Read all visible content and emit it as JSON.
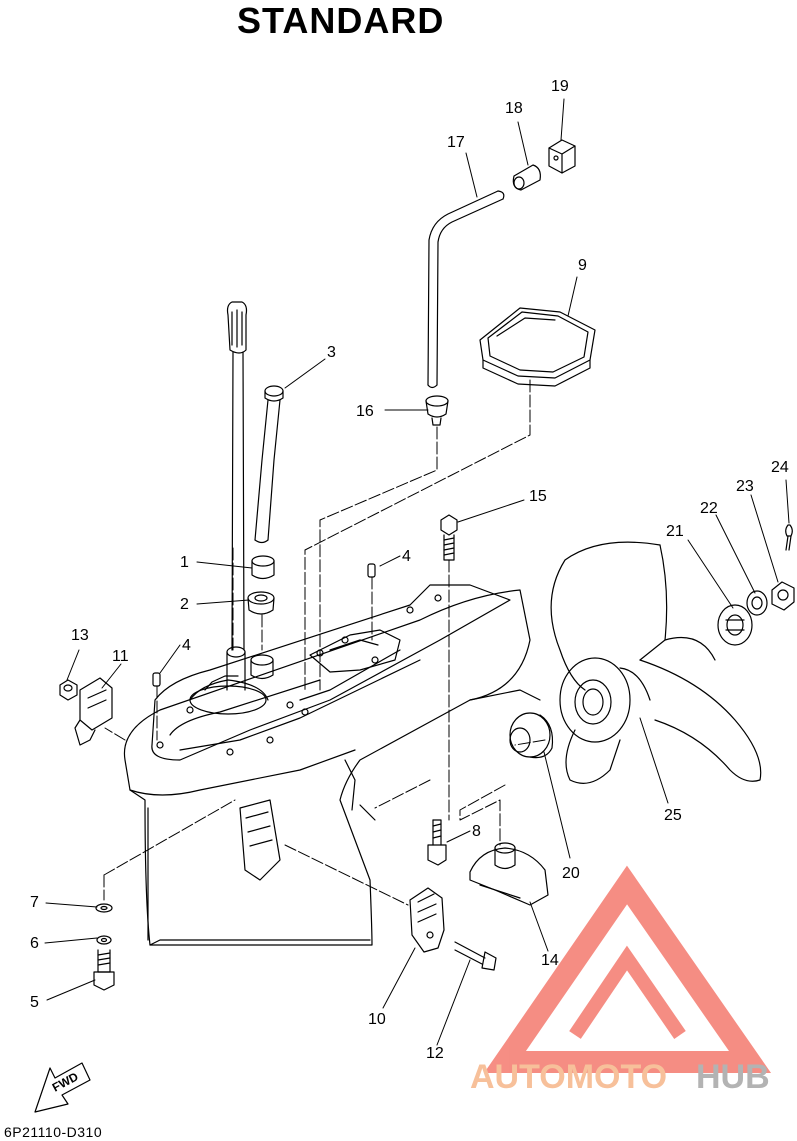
{
  "title": "STANDARD",
  "diagram_code": "6P21110-D310",
  "fwd_label": "FWD",
  "callouts": [
    "1",
    "2",
    "3",
    "4",
    "4",
    "5",
    "6",
    "7",
    "8",
    "9",
    "10",
    "11",
    "12",
    "13",
    "14",
    "15",
    "16",
    "17",
    "18",
    "19",
    "20",
    "21",
    "22",
    "23",
    "24",
    "25"
  ],
  "watermark": {
    "text_part1": "AUTOMOTO",
    "text_part2": "HUB",
    "color_part1": "#f7c09a",
    "color_part2": "#b3b3b3",
    "logo_color": "#f47a6e"
  },
  "colors": {
    "line": "#000000",
    "background": "#ffffff"
  }
}
